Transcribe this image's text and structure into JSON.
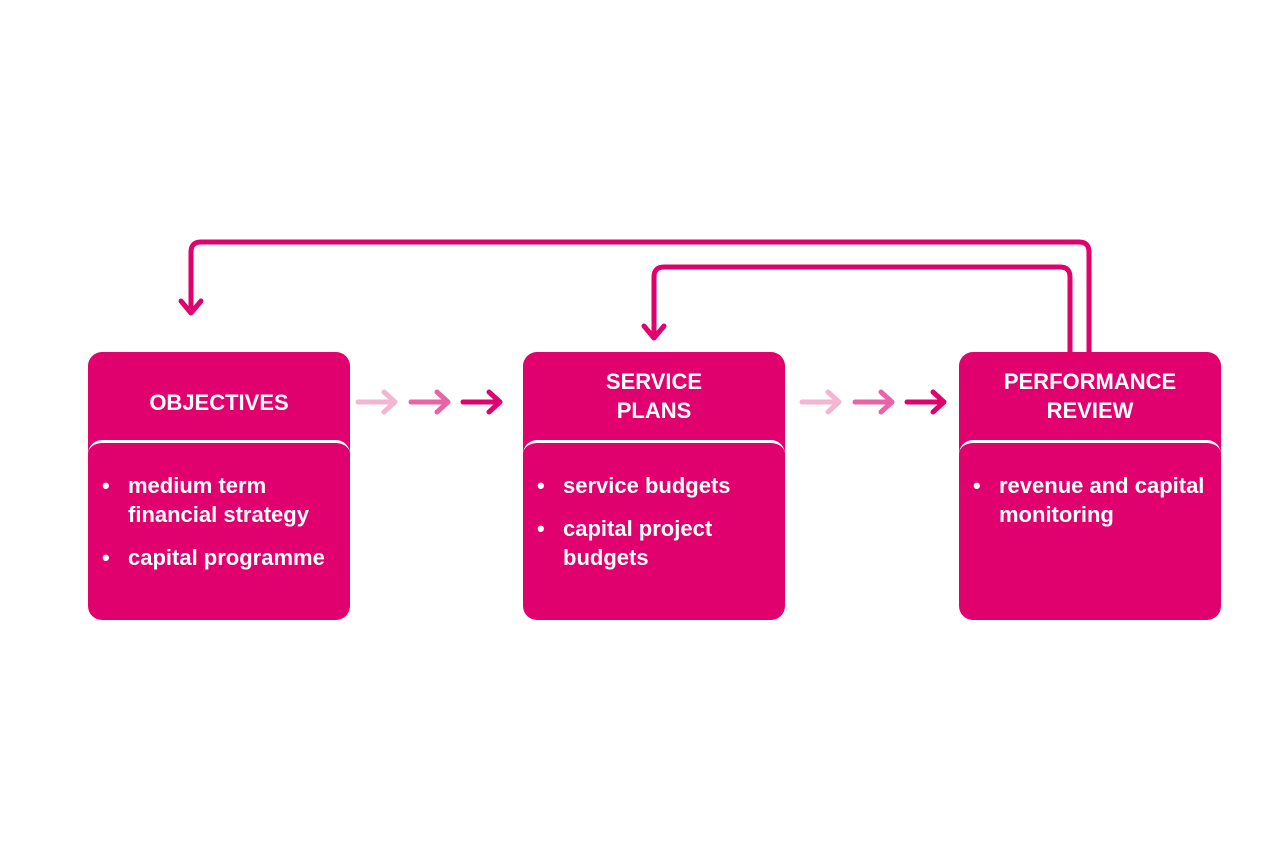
{
  "diagram": {
    "colors": {
      "primary": "#e0006e",
      "arrow_light": "#f2b6d3",
      "arrow_mid": "#e864a6",
      "arrow_dark": "#e0006e",
      "text": "#ffffff",
      "background": "#ffffff"
    },
    "boxes": [
      {
        "id": "objectives",
        "title": "OBJECTIVES",
        "items": [
          "medium term financial strategy",
          "capital programme"
        ]
      },
      {
        "id": "service-plans",
        "title": "SERVICE\nPLANS",
        "items": [
          "service budgets",
          "capital project budgets"
        ]
      },
      {
        "id": "performance-review",
        "title": "PERFORMANCE\nREVIEW",
        "items": [
          "revenue and capital monitoring"
        ]
      }
    ],
    "flows": [
      {
        "from": "objectives",
        "to": "service-plans",
        "style": "triple-chevron-gradient"
      },
      {
        "from": "service-plans",
        "to": "performance-review",
        "style": "triple-chevron-gradient"
      },
      {
        "from": "performance-review",
        "to": "service-plans",
        "style": "feedback-loop"
      },
      {
        "from": "performance-review",
        "to": "objectives",
        "style": "feedback-loop"
      }
    ]
  }
}
